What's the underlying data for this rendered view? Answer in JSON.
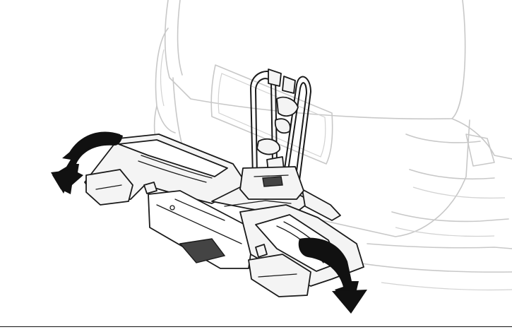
{
  "figure": {
    "line_color": "#1a1a1a",
    "vehicle_line_color": "#c8c8c8",
    "arrow_color": "#111111",
    "icons": [
      "vehicle-rear-outline",
      "bike-carrier",
      "fold-arrow-left",
      "fold-arrow-right"
    ]
  }
}
